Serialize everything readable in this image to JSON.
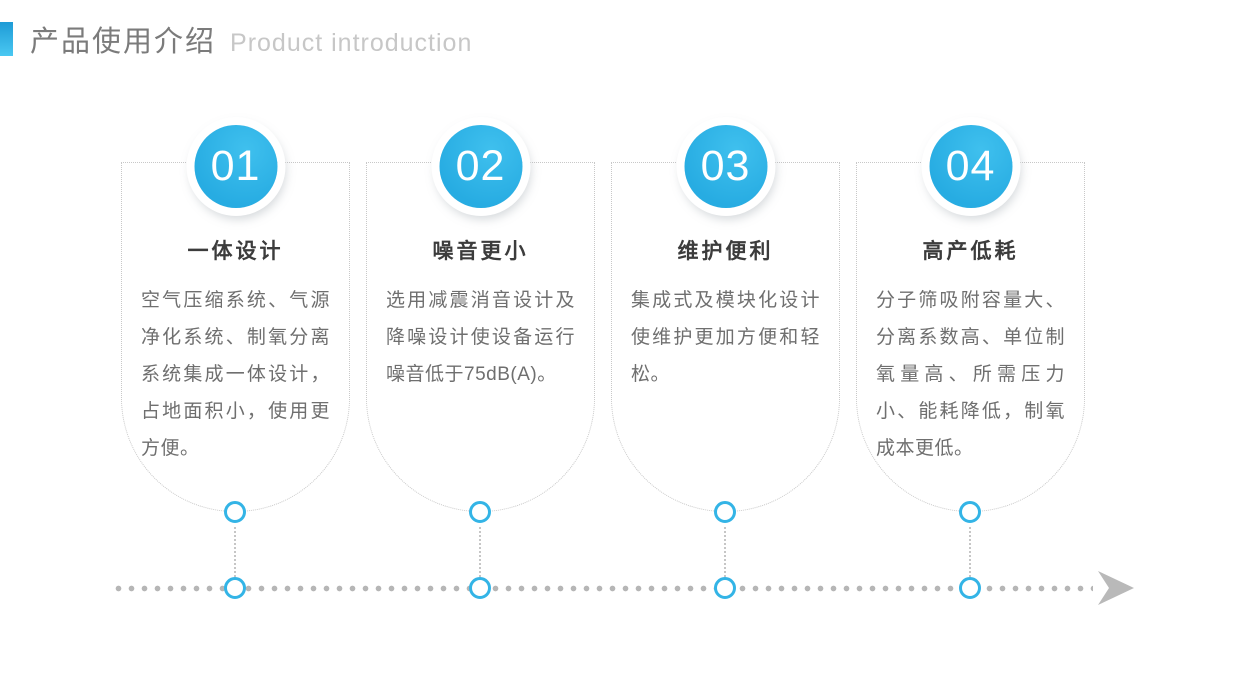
{
  "slide": {
    "title_cn": "产品使用介绍",
    "title_en": "Product introduction"
  },
  "steps": [
    {
      "number": "01",
      "heading": "一体设计",
      "body": "空气压缩系统、气源净化系统、制氧分离系统集成一体设计，占地面积小，使用更方便。"
    },
    {
      "number": "02",
      "heading": "噪音更小",
      "body": "选用减震消音设计及降噪设计使设备运行噪音低于75dB(A)。"
    },
    {
      "number": "03",
      "heading": "维护便利",
      "body": "集成式及模块化设计使维护更加方便和轻松。"
    },
    {
      "number": "04",
      "heading": "高产低耗",
      "body": "分子筛吸附容量大、分离系数高、单位制氧量高、所需压力小、能耗降低，制氧成本更低。"
    }
  ],
  "timeline": {
    "arrow_icon": "chevron-right-arrow"
  },
  "colors": {
    "accent_blue": "#29ace2",
    "accent_light": "#4ac8f2",
    "node_stroke": "#33b4e6",
    "title_gray": "#7b7b7b",
    "subtitle_gray": "#c7c7c7",
    "heading_text": "#3c3c3c",
    "body_text": "#6f6f6f",
    "dots_gray": "#b6b6b6"
  }
}
